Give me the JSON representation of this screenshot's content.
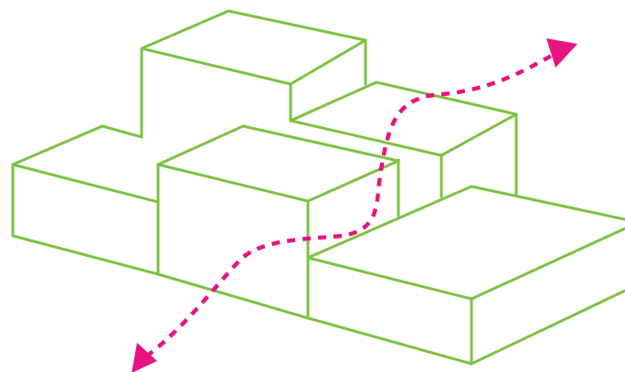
{
  "colors": {
    "block_stroke": "#7cc242",
    "path_stroke": "#e6147f",
    "background": "#ffffff"
  },
  "diagram": {
    "blocks": [
      "back-tall-block",
      "right-middle-block",
      "left-block",
      "center-block",
      "front-right-block"
    ],
    "path": {
      "style": "dashed",
      "arrowheads": [
        "start",
        "end"
      ]
    }
  }
}
